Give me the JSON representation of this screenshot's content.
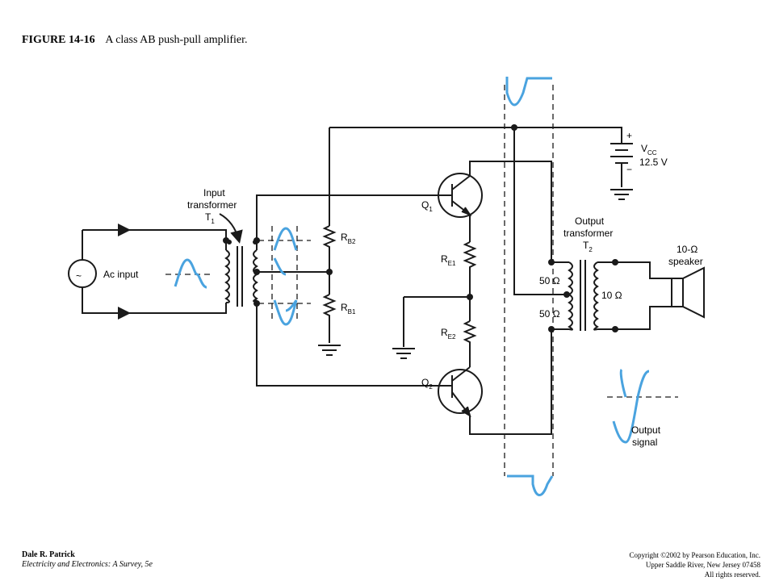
{
  "figure": {
    "number": "FIGURE 14-16",
    "caption": "A class AB push-pull amplifier."
  },
  "labels": {
    "input_transformer": [
      "Input",
      "transformer"
    ],
    "t1": "T",
    "t1_sub": "1",
    "ac_input": "Ac input",
    "ac_symbol": "~",
    "rb2": "R",
    "rb2_sub": "B2",
    "rb1": "R",
    "rb1_sub": "B1",
    "re1": "R",
    "re1_sub": "E1",
    "re2": "R",
    "re2_sub": "E2",
    "q1": "Q",
    "q1_sub": "1",
    "q2": "Q",
    "q2_sub": "2",
    "vcc": "V",
    "vcc_sub": "CC",
    "vcc_value": "12.5 V",
    "plus": "+",
    "minus": "−",
    "output_transformer": [
      "Output",
      "transformer"
    ],
    "t2": "T",
    "t2_sub": "2",
    "ohm_top": "50 Ω",
    "ohm_bottom": "50 Ω",
    "ohm_secondary": "10 Ω",
    "speaker": [
      "10-Ω",
      "speaker"
    ],
    "output_signal": [
      "Output",
      "signal"
    ]
  },
  "colors": {
    "wire": "#1a1a1a",
    "signal": "#4aa3df"
  },
  "footer": {
    "author": "Dale R. Patrick",
    "book": "Electricity and Electronics: A Survey, 5e",
    "copyright": "Copyright ©2002 by Pearson Education, Inc.",
    "address": "Upper Saddle River, New Jersey 07458",
    "rights": "All rights reserved."
  }
}
